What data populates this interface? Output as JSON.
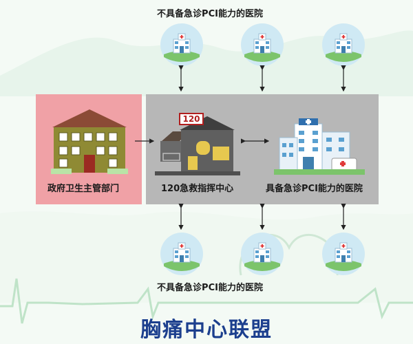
{
  "top_label": "不具备急诊PCI能力的医院",
  "bottom_label": "不具备急诊PCI能力的医院",
  "gov_label": "政府卫生主管部门",
  "center_label": "120急救指挥中心",
  "center_sign": "120",
  "pci_label": "具备急诊PCI能力的医院",
  "title": "胸痛中心联盟",
  "icons": {
    "hospital": "hospital-icon",
    "government": "government-building-icon",
    "emergency_center": "emergency-center-icon",
    "arrow": "double-arrow-icon"
  },
  "colors": {
    "title": "#1c3f8e",
    "gov_panel": "#f0a1a6",
    "center_panel": "#b7b7b7",
    "circle_bg": "#cfe9f4",
    "heartbeat_line": "#bfe3c8"
  }
}
